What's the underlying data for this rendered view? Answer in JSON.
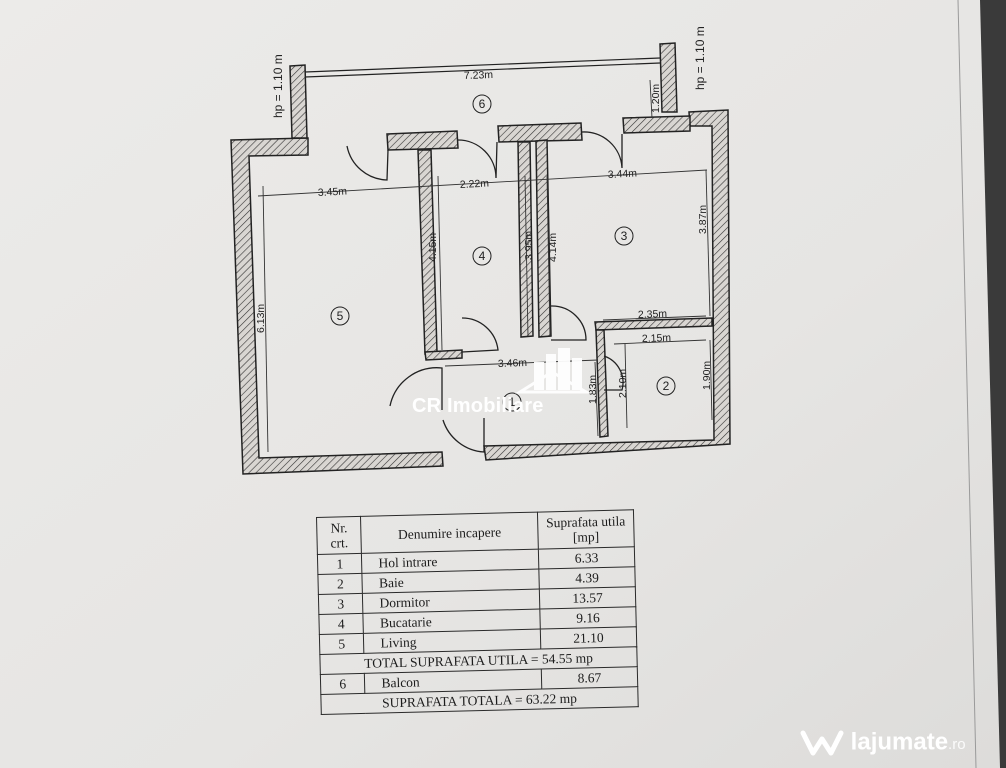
{
  "plan": {
    "hp_left": "hp = 1.10 m",
    "hp_right": "hp = 1.10 m",
    "dims": {
      "balcony_width": "7.23m",
      "balcony_depth": "1.20m",
      "living_width": "3.45m",
      "kitchen_width": "2.22m",
      "bedroom_width": "3.44m",
      "living_length": "6.13m",
      "kitchen_len_left": "4.15m",
      "kitchen_len_right": "3.95m",
      "bedroom_len_left": "4.14m",
      "bedroom_len_right": "3.87m",
      "bath_top": "2.35m",
      "bath_inner": "2.15m",
      "bath_depth": "1.90m",
      "bath_depth_left": "2.10m",
      "hall_width": "3.46m",
      "hall_depth": "1.83m"
    },
    "room_numbers": [
      "1",
      "2",
      "3",
      "4",
      "5",
      "6"
    ]
  },
  "table": {
    "header": {
      "nr": "Nr. crt.",
      "name": "Denumire incapere",
      "area": "Suprafata utila [mp]"
    },
    "rows": [
      {
        "nr": "1",
        "name": "Hol intrare",
        "area": "6.33"
      },
      {
        "nr": "2",
        "name": "Baie",
        "area": "4.39"
      },
      {
        "nr": "3",
        "name": "Dormitor",
        "area": "13.57"
      },
      {
        "nr": "4",
        "name": "Bucatarie",
        "area": "9.16"
      },
      {
        "nr": "5",
        "name": "Living",
        "area": "21.10"
      }
    ],
    "total_useful": "TOTAL SUPRAFATA UTILA = 54.55 mp",
    "balcony_row": {
      "nr": "6",
      "name": "Balcon",
      "area": "8.67"
    },
    "total_area": "SUPRAFATA TOTALA = 63.22 mp"
  },
  "watermark": "CR Imobiliare",
  "brand": {
    "name": "lajumate",
    "tld": ".ro"
  }
}
